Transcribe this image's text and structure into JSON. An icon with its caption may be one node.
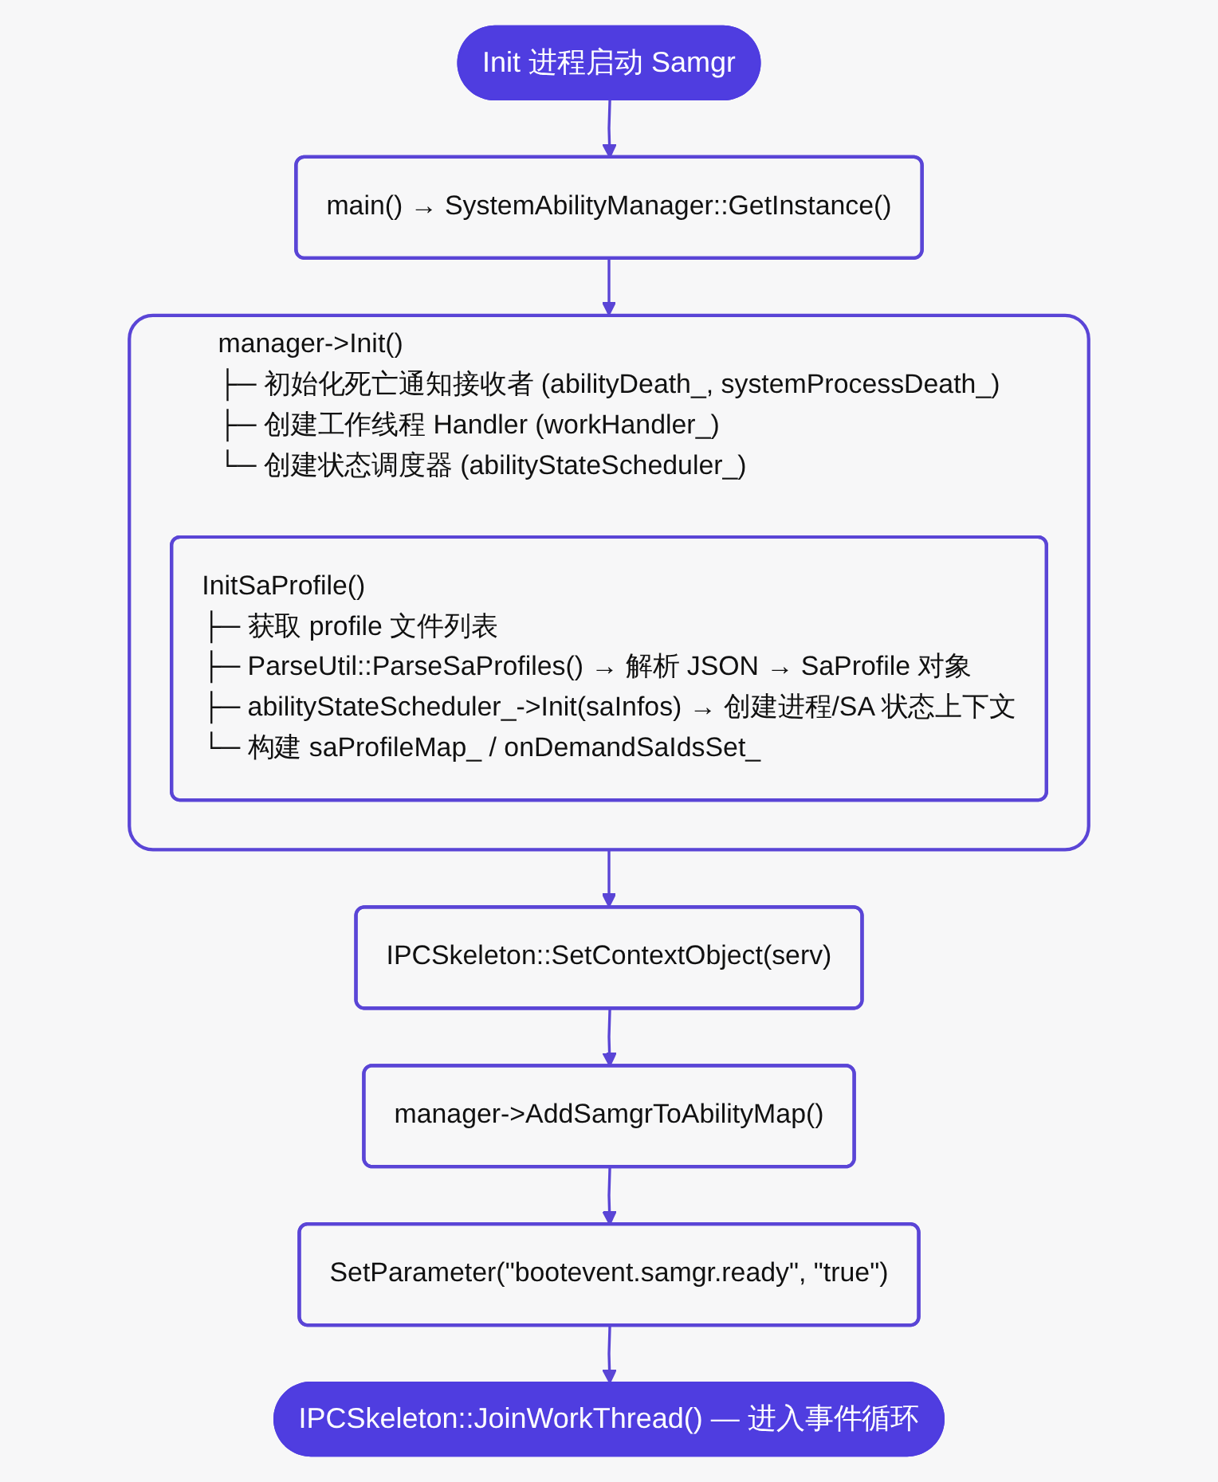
{
  "diagram": {
    "nodes": [
      {
        "text": [
          "Init 进程启动 Samgr"
        ]
      },
      {
        "text": [
          "main() → SystemAbilityManager::GetInstance()"
        ]
      },
      {
        "text": [
          "manager->Init()",
          "├─ 初始化死亡通知接收者 (abilityDeath_, systemProcessDeath_)",
          "├─ 创建工作线程 Handler (workHandler_)",
          "└─ 创建状态调度器 (abilityStateScheduler_)"
        ]
      },
      {
        "text": [
          "InitSaProfile()",
          "├─ 获取 profile 文件列表",
          "├─ ParseUtil::ParseSaProfiles() → 解析 JSON → SaProfile 对象",
          "├─ abilityStateScheduler_->Init(saInfos) → 创建进程/SA 状态上下文",
          "└─ 构建 saProfileMap_ / onDemandSaIdsSet_"
        ],
        "in": 2
      },
      {
        "text": [
          "IPCSkeleton::SetContextObject(serv)"
        ]
      },
      {
        "text": [
          "manager->AddSamgrToAbilityMap()"
        ]
      },
      {
        "text": [
          "SetParameter(\"bootevent.samgr.ready\", \"true\")"
        ]
      },
      {
        "text": [
          "IPCSkeleton::JoinWorkThread() — 进入事件循环"
        ]
      }
    ],
    "edges": [
      {
        "from": 0,
        "to": 1,
        "arrow": "to"
      },
      {
        "from": 1,
        "to": 2,
        "arrow": "to"
      },
      {
        "from": 2,
        "to": 4,
        "arrow": "to"
      },
      {
        "from": 4,
        "to": 5,
        "arrow": "to"
      },
      {
        "from": 5,
        "to": 6,
        "arrow": "to"
      },
      {
        "from": 6,
        "to": 7,
        "arrow": "to"
      }
    ]
  }
}
